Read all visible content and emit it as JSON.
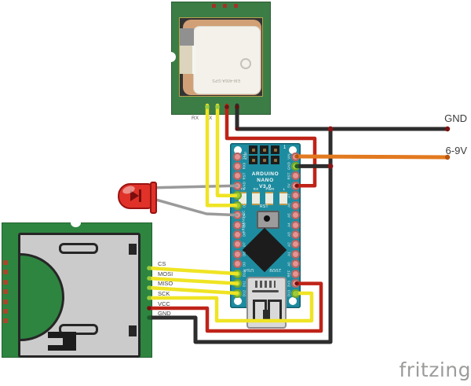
{
  "app": {
    "watermark": "fritzing"
  },
  "colors": {
    "wire_yellow": "#efe424",
    "wire_red": "#bf2318",
    "wire_black": "#2d2d2d",
    "wire_orange": "#e2791f",
    "wire_gray": "#9a9a9a",
    "pad_lime": "#9ccc3c",
    "pad_pink": "#e49593",
    "nano_teal": "#1e8ca0",
    "pcb_green": "#2e8540",
    "gps_green": "#3c7d46",
    "cap_dark_red": "#7a1010",
    "cap_dark_green": "#1d5c2a",
    "cap_orange": "#b85510"
  },
  "labels": {
    "power_gnd": "GND",
    "power_vin": "6-9V",
    "gps_rx": "RX",
    "gps_tx": "TX",
    "sd_pins": [
      "CS",
      "MOSI",
      "MISO",
      "SCK",
      "VCC",
      "GND"
    ]
  },
  "gps_module": {
    "antenna_text": "EM-406A GPS"
  },
  "arduino": {
    "title_lines": [
      "ARDUINO",
      "NANO",
      "V3.0"
    ],
    "icsp_label": "ICSP",
    "pin1_label": "1",
    "status_leds": [
      "TX",
      "RX",
      "PWR",
      "L"
    ],
    "brand_side": "ARDUINO-CC",
    "reset_label": "RST",
    "usa_text": "USA",
    "year_text": "2009",
    "left_pins": [
      "TX1",
      "RX0",
      "RST",
      "GND",
      "D2",
      "D3",
      "D4",
      "D5",
      "D6",
      "D7",
      "D8",
      "D9",
      "D10",
      "D11",
      "D12"
    ],
    "right_pins": [
      "VIN",
      "GND",
      "RST",
      "5V",
      "A7",
      "A6",
      "A5",
      "A4",
      "A3",
      "A2",
      "A1",
      "A0",
      "REF",
      "3V3",
      "D13"
    ]
  },
  "wires": [
    {
      "color": "yellow",
      "from": "GPS TX",
      "to": "Nano D2"
    },
    {
      "color": "yellow",
      "from": "GPS RX",
      "to": "Nano D3"
    },
    {
      "color": "red",
      "from": "GPS VCC",
      "to": "Nano 5V"
    },
    {
      "color": "black",
      "from": "GPS GND",
      "to": "GND rail"
    },
    {
      "color": "black",
      "from": "GND rail",
      "to": "Nano GND"
    },
    {
      "color": "orange",
      "from": "Nano VIN",
      "to": "6-9V supply"
    },
    {
      "color": "gray",
      "from": "LED lead",
      "to": "Nano GND"
    },
    {
      "color": "gray",
      "from": "LED lead",
      "to": "Nano D4"
    },
    {
      "color": "yellow",
      "from": "SD CS",
      "to": "Nano D10"
    },
    {
      "color": "yellow",
      "from": "SD MOSI",
      "to": "Nano D11"
    },
    {
      "color": "yellow",
      "from": "SD MISO",
      "to": "Nano D12"
    },
    {
      "color": "yellow",
      "from": "SD SCK",
      "to": "Nano D13"
    },
    {
      "color": "red",
      "from": "SD VCC",
      "to": "Nano 3V3"
    },
    {
      "color": "black",
      "from": "SD GND",
      "to": "GND rail"
    }
  ]
}
